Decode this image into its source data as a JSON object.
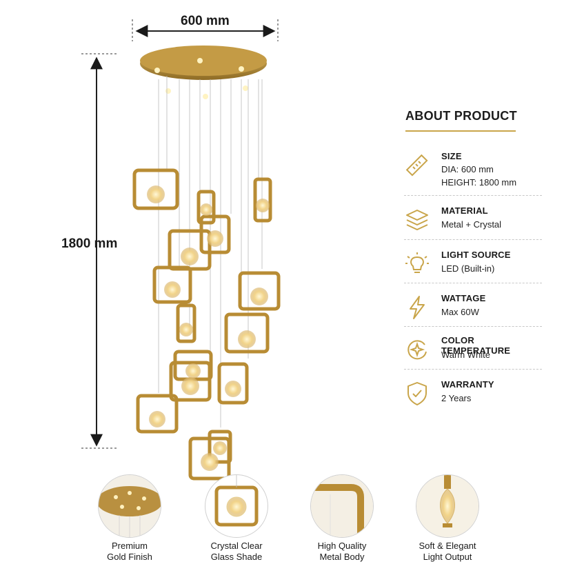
{
  "dimensions": {
    "width_label": "600 mm",
    "height_label": "1800 mm"
  },
  "about": {
    "title": "ABOUT PRODUCT",
    "specs": [
      {
        "icon": "ruler-icon",
        "label": "SIZE",
        "lines": [
          "DIA: 600 mm",
          "HEIGHT: 1800 mm"
        ]
      },
      {
        "icon": "layers-icon",
        "label": "MATERIAL",
        "lines": [
          "Metal + Crystal"
        ]
      },
      {
        "icon": "lightbulb-icon",
        "label": "LIGHT SOURCE",
        "lines": [
          "LED (Built-in)"
        ]
      },
      {
        "icon": "lightning-icon",
        "label": "WATTAGE",
        "lines": [
          "Max 60W"
        ]
      },
      {
        "icon": "color-temperature-icon",
        "label": "COLOR TEMPERATURE",
        "lines": [
          "Warm White"
        ]
      },
      {
        "icon": "shield-check-icon",
        "label": "WARRANTY",
        "lines": [
          "2 Years"
        ]
      }
    ]
  },
  "features": [
    {
      "line1": "Premium",
      "line2": "Gold Finish"
    },
    {
      "line1": "Crystal Clear",
      "line2": "Glass Shade"
    },
    {
      "line1": "High Quality",
      "line2": "Metal Body"
    },
    {
      "line1": "Soft & Elegant",
      "line2": "Light Output"
    }
  ],
  "colors": {
    "gold": "#c9a54a",
    "gold_dark": "#9c7a2e",
    "text": "#1a1a1a"
  }
}
